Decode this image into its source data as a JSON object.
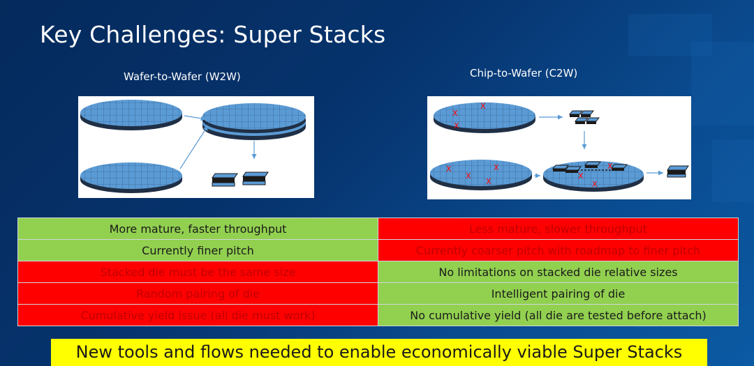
{
  "slide": {
    "title": "Key Challenges: Super Stacks",
    "left_heading": "Wafer-to-Wafer (W2W)",
    "right_heading": "Chip-to-Wafer (C2W)",
    "defect_mark": "X",
    "banner": "New tools and flows needed to enable economically viable Super Stacks"
  },
  "comparison_table": {
    "rows": [
      {
        "w2w": "More mature, faster throughput",
        "w2w_status": "good",
        "c2w": "Less mature, slower throughput",
        "c2w_status": "bad"
      },
      {
        "w2w": "Currently finer pitch",
        "w2w_status": "good",
        "c2w": "Currently coarser pitch with roadmap to finer pitch",
        "c2w_status": "bad"
      },
      {
        "w2w": "Stacked die must be the same size",
        "w2w_status": "bad",
        "c2w": "No limitations on stacked die relative sizes",
        "c2w_status": "good"
      },
      {
        "w2w": "Random pairing of die",
        "w2w_status": "bad",
        "c2w": "Intelligent pairing of die",
        "c2w_status": "good"
      },
      {
        "w2w": "Cumulative yield issue (all die must work)",
        "w2w_status": "bad",
        "c2w": "No cumulative yield (all die are tested before attach)",
        "c2w_status": "good"
      }
    ]
  },
  "colors": {
    "good": "#92d050",
    "bad": "#ff0000",
    "bad_text": "#c00000",
    "banner": "#ffff00",
    "wafer": "#5b9bd5",
    "arrow": "#5b9bd5"
  }
}
